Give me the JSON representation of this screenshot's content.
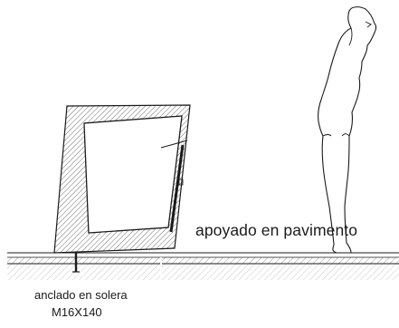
{
  "labels": {
    "support": "apoyado en pavimento",
    "anchor": "anclado en solera",
    "bolt": "M16X140"
  },
  "colors": {
    "ink": "#1a1a1a",
    "background": "#ffffff"
  }
}
